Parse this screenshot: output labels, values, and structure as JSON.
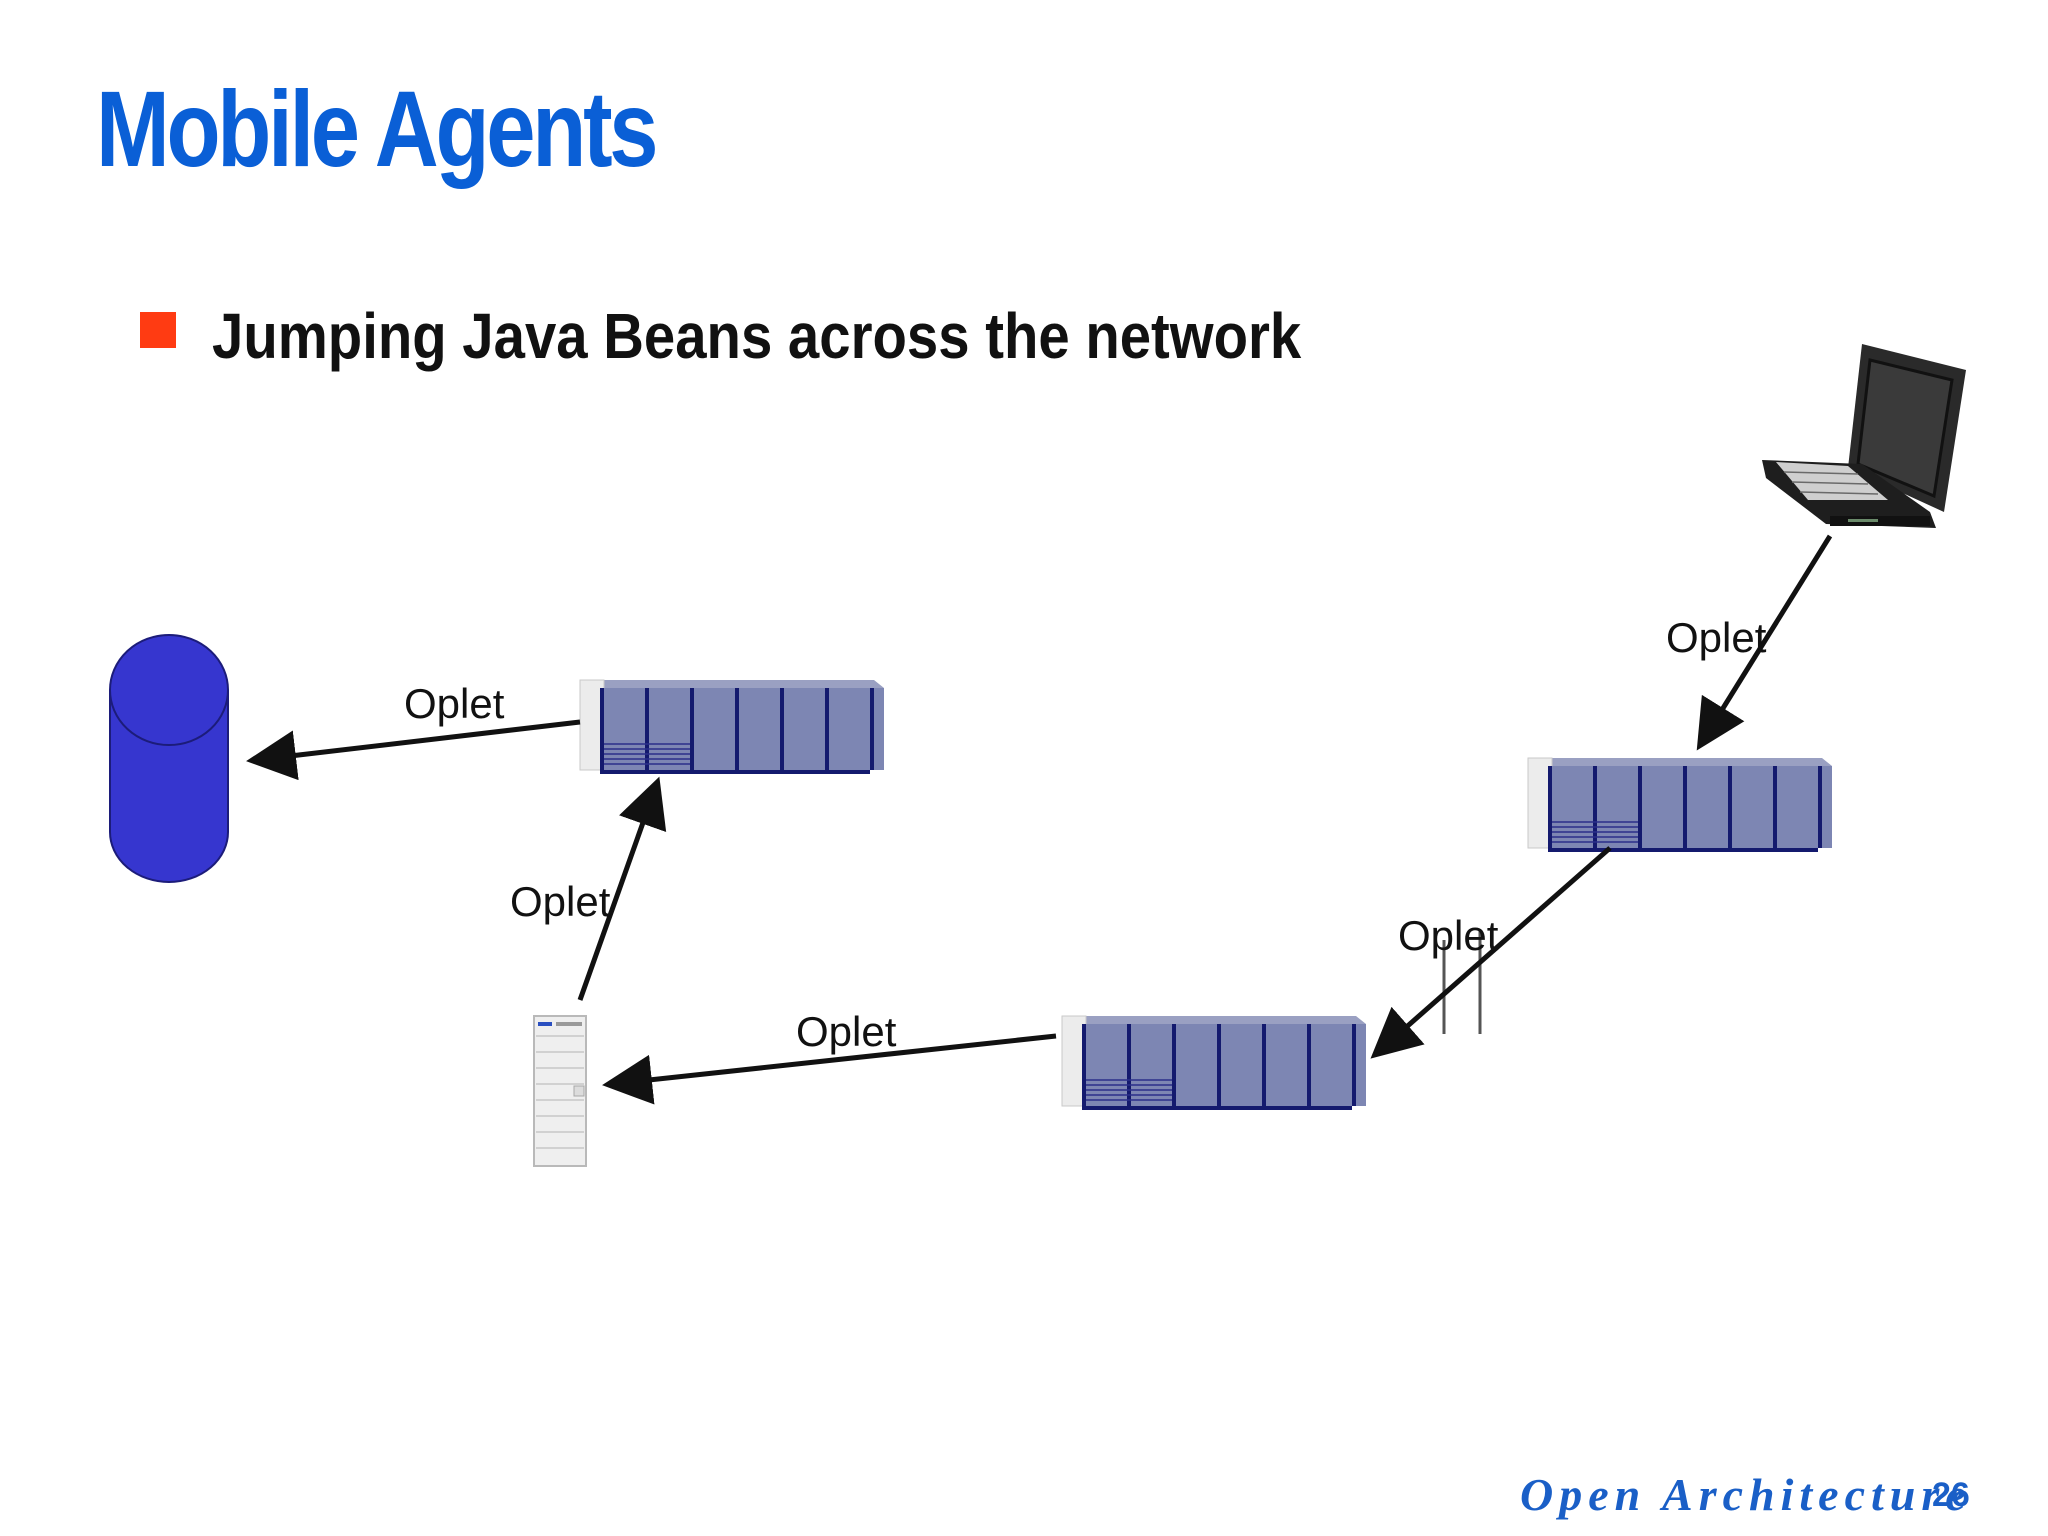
{
  "slide": {
    "title": "Mobile Agents",
    "bullet": "Jumping Java Beans across the network",
    "footer_brand": "Open Architecture",
    "page_number": "26"
  },
  "diagram": {
    "nodes": [
      {
        "id": "laptop",
        "kind": "laptop-icon"
      },
      {
        "id": "cabinet-right",
        "kind": "server-cabinet-icon"
      },
      {
        "id": "cabinet-middle",
        "kind": "server-cabinet-icon"
      },
      {
        "id": "tower",
        "kind": "server-tower-icon"
      },
      {
        "id": "cabinet-left",
        "kind": "server-cabinet-icon"
      },
      {
        "id": "database",
        "kind": "database-cylinder-icon"
      }
    ],
    "edges": [
      {
        "from": "laptop",
        "to": "cabinet-right",
        "label": "Oplet"
      },
      {
        "from": "cabinet-right",
        "to": "cabinet-middle",
        "label": "Oplet"
      },
      {
        "from": "cabinet-middle",
        "to": "tower",
        "label": "Oplet"
      },
      {
        "from": "tower",
        "to": "cabinet-left",
        "label": "Oplet"
      },
      {
        "from": "cabinet-left",
        "to": "database",
        "label": "Oplet"
      }
    ]
  },
  "colors": {
    "title": "#0a5fd6",
    "bullet_marker": "#ff3b12",
    "cabinet_panel": "#7d86b3",
    "cabinet_divider": "#141a6e",
    "database": "#3636cf",
    "footer": "#1a5fc7"
  }
}
